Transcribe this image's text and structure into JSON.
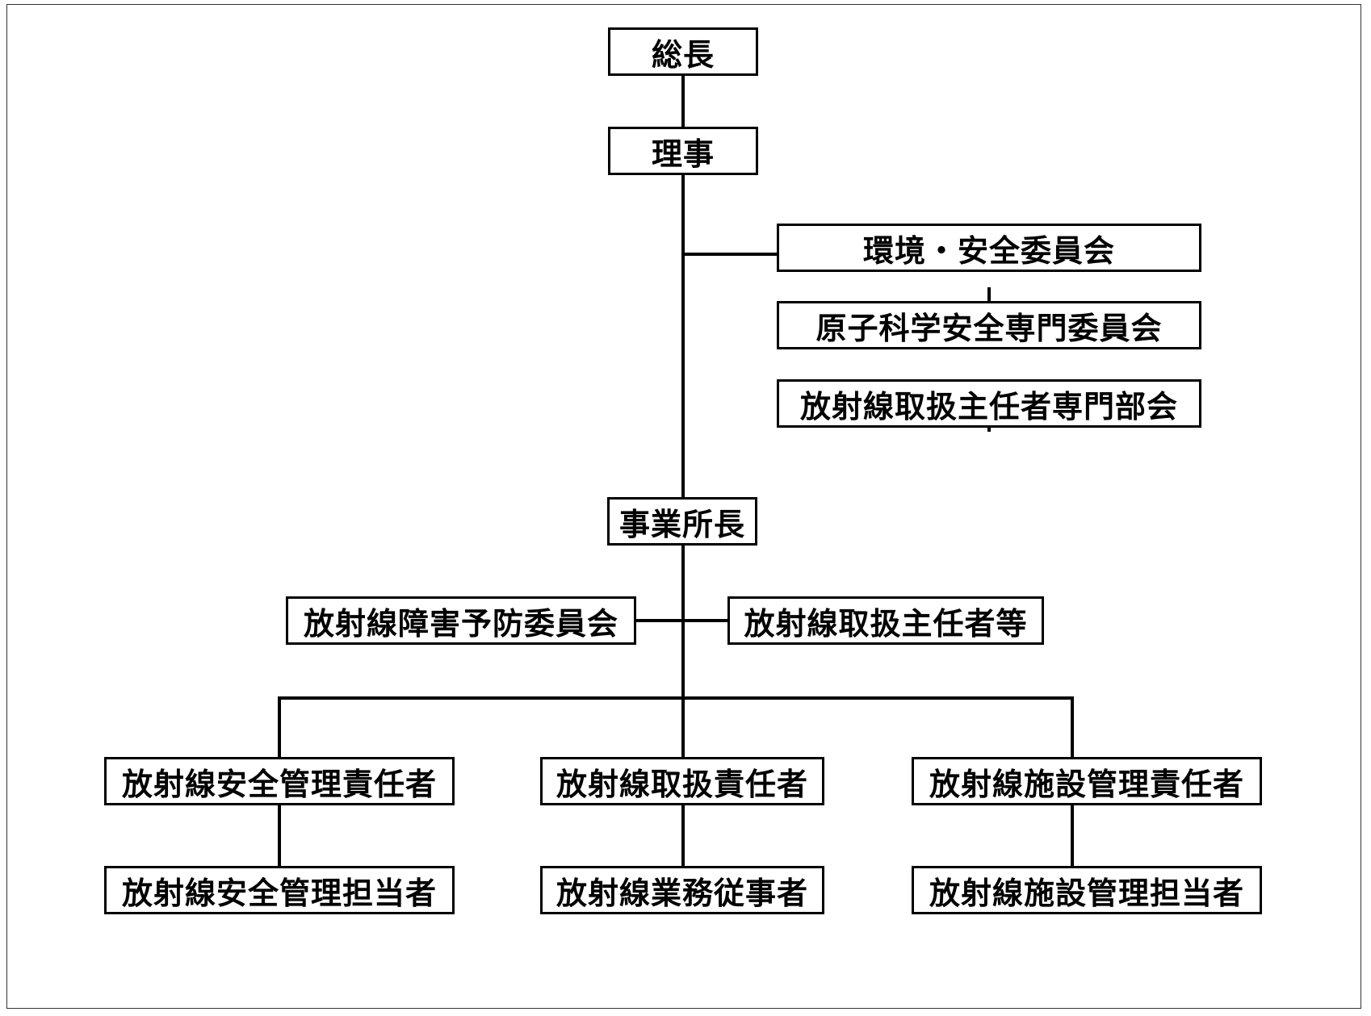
{
  "diagram": {
    "type": "organization-chart",
    "nodes": {
      "president": "総長",
      "executive_director": "理事",
      "env_safety_committee": "環境・安全委員会",
      "nuclear_safety_committee": "原子科学安全専門委員会",
      "rso_subcommittee": "放射線取扱主任者専門部会",
      "site_director": "事業所長",
      "radiation_hazard_prevention_committee": "放射線障害予防委員会",
      "radiation_supervisors": "放射線取扱主任者等",
      "safety_manager": "放射線安全管理責任者",
      "handling_manager": "放射線取扱責任者",
      "facility_manager": "放射線施設管理責任者",
      "safety_staff": "放射線安全管理担当者",
      "radiation_workers": "放射線業務従事者",
      "facility_staff": "放射線施設管理担当者"
    },
    "line_color": "#000000",
    "box_border_color": "#000000"
  }
}
